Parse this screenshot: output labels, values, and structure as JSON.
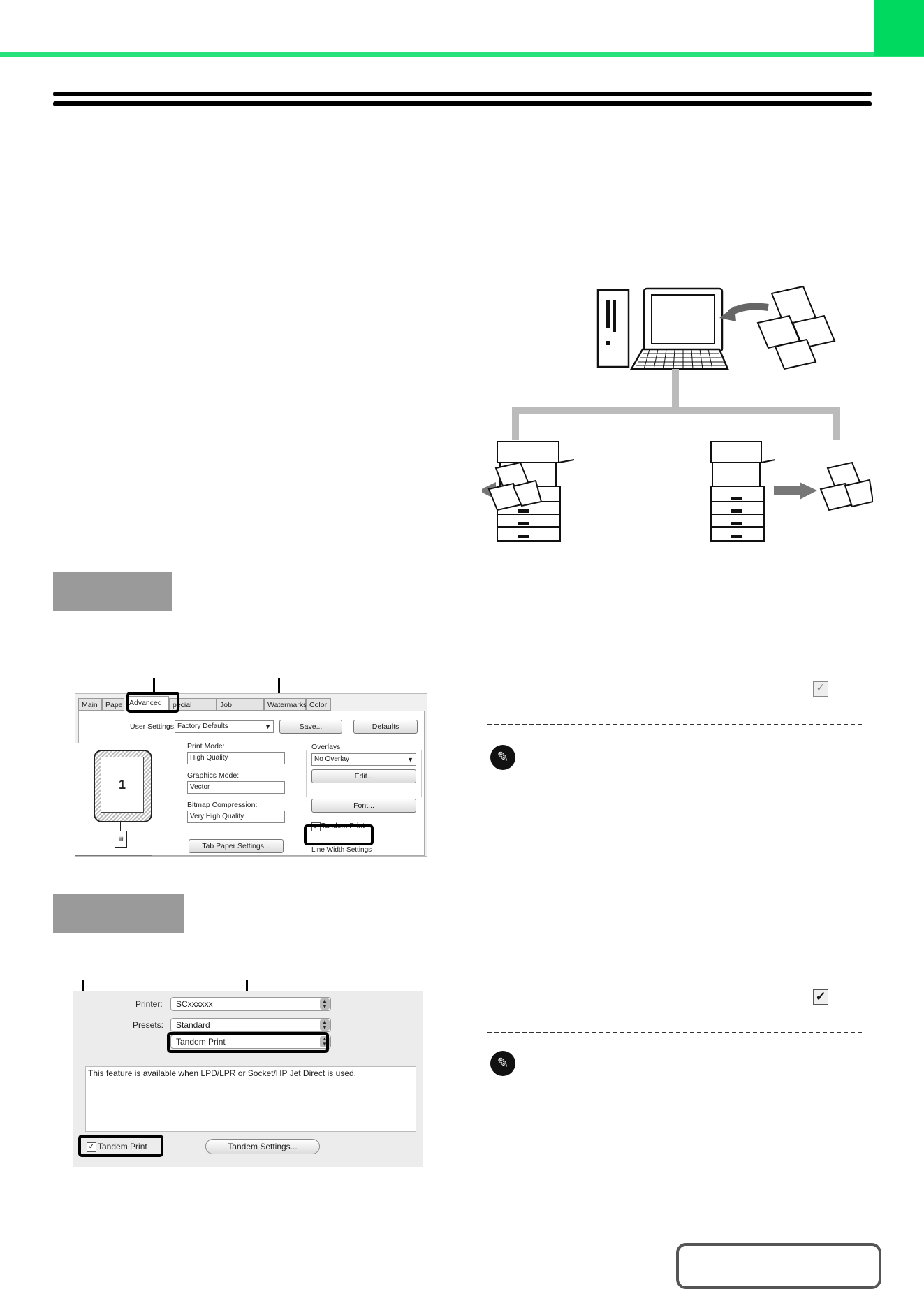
{
  "win_dialog": {
    "tabs": [
      "Main",
      "Pape",
      "Advanced",
      "pecial Modes",
      "Job Handling",
      "Watermarks",
      "Color"
    ],
    "user_settings_label": "User Settings:",
    "user_settings_value": "Factory Defaults",
    "save_label": "Save...",
    "defaults_label": "Defaults",
    "page_number": "1",
    "print_mode_label": "Print Mode:",
    "print_mode_value": "High Quality",
    "graphics_mode_label": "Graphics Mode:",
    "graphics_mode_value": "Vector",
    "bitmap_label": "Bitmap Compression:",
    "bitmap_value": "Very High Quality",
    "overlays_label": "Overlays",
    "overlays_value": "No Overlay",
    "edit_label": "Edit...",
    "font_label": "Font...",
    "tandem_label": "Tandem Print",
    "tab_paper_label": "Tab Paper Settings...",
    "line_width_label": "Line Width Settings"
  },
  "mac_dialog": {
    "printer_label": "Printer:",
    "printer_value": "SCxxxxxx",
    "presets_label": "Presets:",
    "presets_value": "Standard",
    "panel_value": "Tandem Print",
    "description": "This feature is available when LPD/LPR or Socket/HP Jet Direct is used.",
    "tandem_checkbox_label": "Tandem Print",
    "tandem_settings_label": "Tandem Settings..."
  },
  "colors": {
    "accent_green": "#27e27a",
    "step_gray": "#9a9a9a"
  },
  "icons": [
    "pencil-note-icon",
    "checkbox-icon",
    "computer-icon",
    "printer-icon",
    "document-stack-icon",
    "arrow-icon"
  ]
}
